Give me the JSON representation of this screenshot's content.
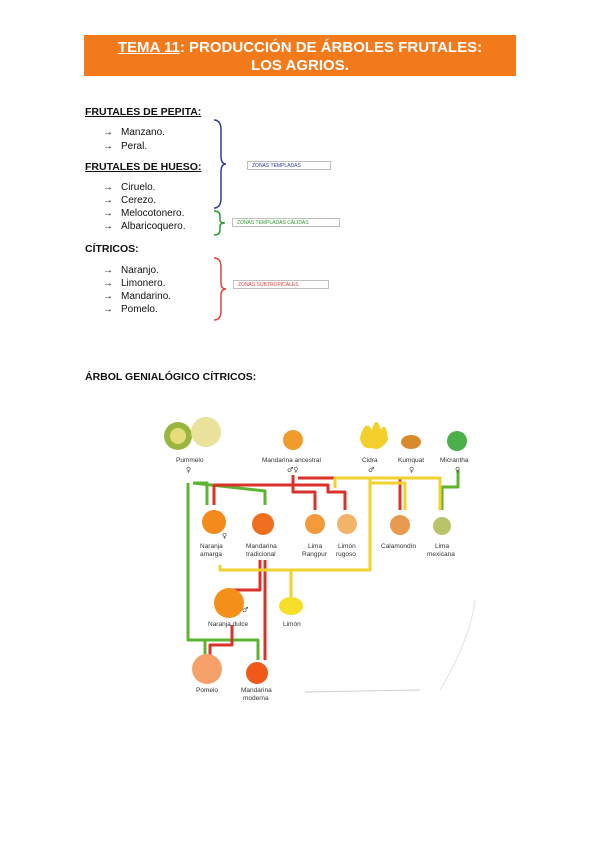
{
  "title": {
    "tema": "TEMA 11",
    "line1": ": PRODUCCIÓN DE ÁRBOLES FRUTALES:",
    "line2": "LOS AGRIOS."
  },
  "colors": {
    "banner": "#f27a1a",
    "blue_brace": "#2d3f9a",
    "green_brace": "#2e9a2e",
    "red_brace": "#e0443a",
    "line_green": "#5cb531",
    "line_red": "#d8322a",
    "line_yellow": "#f2d22e"
  },
  "sections": {
    "pepita": {
      "heading": "FRUTALES DE PEPITA:",
      "items": [
        "Manzano.",
        "Peral."
      ]
    },
    "hueso": {
      "heading": "FRUTALES DE HUESO:",
      "items": [
        "Ciruelo.",
        "Cerezo.",
        "Melocotonero.",
        "Albaricoquero."
      ]
    },
    "citricos": {
      "heading": "CÍTRICOS:",
      "items": [
        "Naranjo.",
        "Limonero.",
        "Mandarino.",
        "Pomelo."
      ]
    }
  },
  "arrow_glyph": "→",
  "zones": {
    "templadas": "ZONAS TEMPLADAS",
    "templadas_calidas": "ZONAS TEMPLADAS CÁLIDAS",
    "subtropicales": "ZONAS SUBTROPICALES"
  },
  "tree_heading": "ÁRBOL GENIALÓGICO CÍTRICOS:",
  "tree": {
    "pummelo": "Pummelo",
    "mandarina_ancestral": "Mandarina ancestral",
    "cidra": "Cidra",
    "kumquat": "Kumquat",
    "micrantha": "Micrantha",
    "naranja_amarga_1": "Naranja",
    "naranja_amarga_2": "amarga",
    "mandarina_tradicional_1": "Mandarina",
    "mandarina_tradicional_2": "tradicional",
    "lima_rangpur_1": "Lima",
    "lima_rangpur_2": "Rangpur",
    "limon_rugoso_1": "Limón",
    "limon_rugoso_2": "rugoso",
    "calamondin": "Calamondín",
    "lima_mexicana_1": "Lima",
    "lima_mexicana_2": "mexicana",
    "naranja_dulce": "Naranja dulce",
    "limon": "Limón",
    "pomelo": "Pomelo",
    "mandarina_moderna_1": "Mandarina",
    "mandarina_moderna_2": "moderna",
    "female": "♀",
    "male": "♂",
    "both": "♂♀"
  }
}
